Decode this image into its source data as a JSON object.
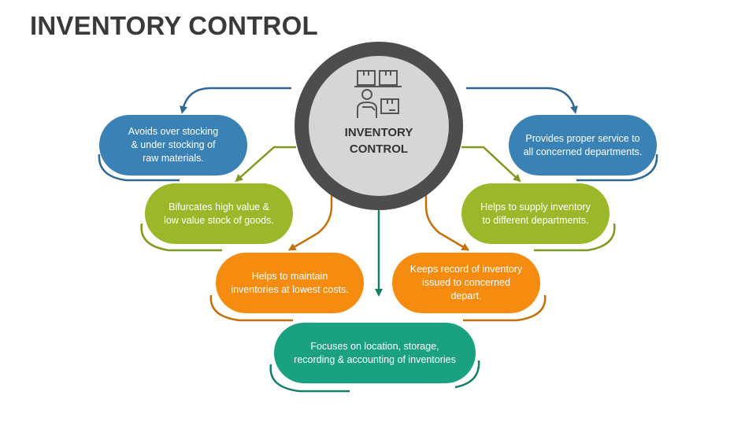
{
  "title": "INVENTORY CONTROL",
  "hub": {
    "label": "INVENTORY\nCONTROL",
    "icon": "warehouse-worker-icon"
  },
  "nodes": [
    {
      "id": "over-stocking",
      "text": "Avoids over stocking\n& under stocking of\nraw materials.",
      "color": "#3a82b6"
    },
    {
      "id": "bifurcates",
      "text": "Bifurcates high value &\nlow value stock of goods.",
      "color": "#9ab829"
    },
    {
      "id": "lowest-costs",
      "text": "Helps to maintain\ninventories at lowest costs.",
      "color": "#f58c0f"
    },
    {
      "id": "focuses",
      "text": "Focuses on location, storage,\nrecording & accounting of inventories",
      "color": "#1aa182"
    },
    {
      "id": "keeps-record",
      "text": "Keeps record of inventory\nissued to concerned depart.",
      "color": "#f58c0f"
    },
    {
      "id": "supply",
      "text": "Helps to supply inventory\nto different departments.",
      "color": "#9ab829"
    },
    {
      "id": "service",
      "text": "Provides proper service to\nall concerned departments.",
      "color": "#3a82b6"
    }
  ],
  "colors": {
    "blue": "#3a82b6",
    "green": "#9ab829",
    "orange": "#f58c0f",
    "teal": "#1aa182",
    "blue_dark": "#2f6890",
    "green_dark": "#7f9a20",
    "orange_dark": "#c77008",
    "teal_dark": "#14806a"
  }
}
